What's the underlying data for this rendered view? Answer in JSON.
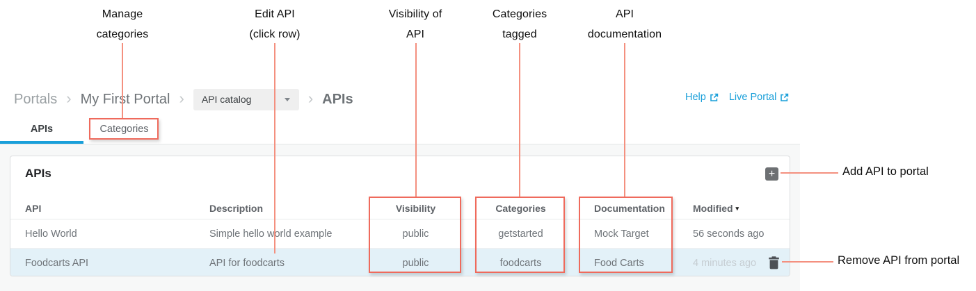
{
  "colors": {
    "annotation_red": "#ef6a5c",
    "accent_blue": "#199fd9",
    "row_highlight": "#e3f1f8",
    "page_bg": "#f7f8f8"
  },
  "annotations": {
    "top": [
      {
        "lines": [
          "Manage",
          "categories"
        ],
        "target": "categories-tab"
      },
      {
        "lines": [
          "Edit API",
          "(click row)"
        ],
        "target": "table-row"
      },
      {
        "lines": [
          "Visibility of",
          "API"
        ],
        "target": "visibility-column"
      },
      {
        "lines": [
          "Categories",
          "tagged"
        ],
        "target": "categories-column"
      },
      {
        "lines": [
          "API",
          "documentation"
        ],
        "target": "documentation-column"
      }
    ],
    "right": [
      {
        "label": "Add API to portal"
      },
      {
        "label": "Remove API from portal"
      }
    ]
  },
  "breadcrumb": {
    "items": [
      "Portals",
      "My First Portal"
    ],
    "separator": "›",
    "dropdown_value": "API catalog",
    "current": "APIs"
  },
  "header_links": [
    {
      "label": "Help",
      "icon": "external-link-icon"
    },
    {
      "label": "Live Portal",
      "icon": "external-link-icon"
    }
  ],
  "tabs": [
    {
      "label": "APIs",
      "active": true
    },
    {
      "label": "Categories",
      "active": false
    }
  ],
  "panel": {
    "title": "APIs",
    "add_button": "+",
    "table": {
      "columns": [
        "API",
        "Description",
        "Visibility",
        "Categories",
        "Documentation",
        "Modified"
      ],
      "sort_column": "Modified",
      "sort_indicator": "▾",
      "rows": [
        {
          "api": "Hello World",
          "description": "Simple hello world example",
          "visibility": "public",
          "categories": "getstarted",
          "documentation": "Mock Target",
          "modified": "56 seconds ago",
          "highlighted": false
        },
        {
          "api": "Foodcarts API",
          "description": "API for foodcarts",
          "visibility": "public",
          "categories": "foodcarts",
          "documentation": "Food Carts",
          "modified": "4 minutes ago",
          "highlighted": true
        }
      ]
    }
  }
}
